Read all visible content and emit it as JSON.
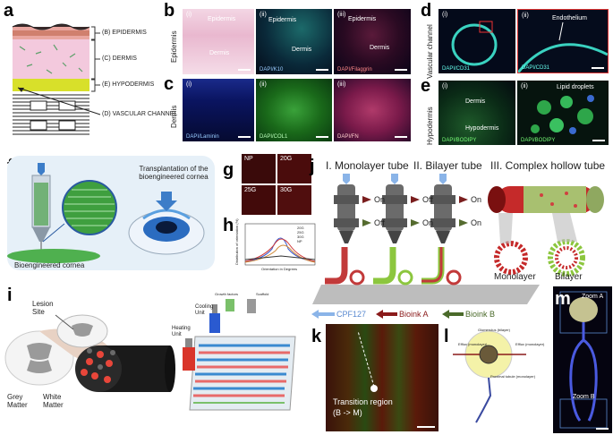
{
  "panel_labels": {
    "a": "a",
    "b": "b",
    "c": "c",
    "d": "d",
    "e": "e",
    "f": "f",
    "g": "g",
    "h": "h",
    "i": "i",
    "j": "j",
    "k": "k",
    "l": "l",
    "m": "m"
  },
  "a": {
    "epidermis": "(B) EPIDERMIS",
    "dermis": "(C) DERMIS",
    "hypodermis": "(E) HYPODERMIS",
    "vascular": "(D) VASCULAR CHANNEL"
  },
  "b": {
    "side": "Epidermis",
    "i": "(i)",
    "ii": "(ii)",
    "iii": "(iii)",
    "epidermis_ii": "Epidermis",
    "dermis_ii": "Dermis",
    "epidermis_iii": "Epidermis",
    "dermis_iii": "Dermis",
    "stain_ii": "DAPI/K10",
    "stain_iii": "DAPI/Filaggrin",
    "i_epi": "Epidermis",
    "i_derm": "Dermis"
  },
  "c": {
    "side": "Dermis",
    "i": "(i)",
    "ii": "(ii)",
    "iii": "(iii)",
    "stain_i": "DAPI/Laminin",
    "stain_ii": "DAPI/COL1",
    "stain_iii": "DAPI/FN"
  },
  "d": {
    "side": "Vascular channel",
    "i": "(i)",
    "ii": "(ii)",
    "endothelium": "Endothelium",
    "stain_i": "DAPI/CD31",
    "stain_ii": "DAPI/CD31"
  },
  "e": {
    "side": "Hypodermis",
    "i": "(i)",
    "ii": "(ii)",
    "lipid": "Lipid droplets",
    "dermis": "Dermis",
    "hypodermis": "Hypodermis",
    "stain_i": "DAPI/BODIPY",
    "stain_ii": "DAPI/BODIPY"
  },
  "f": {
    "transplant": "Transplantation of the bioengineered cornea",
    "cornea": "Bioengineered cornea"
  },
  "g": {
    "c1": "NP",
    "c2": "20G",
    "c3": "25G",
    "c4": "30G"
  },
  "h": {
    "ylabel": "Distribution of orientation (%)",
    "xlabel": "Orientation in Degrees",
    "legend": [
      "20G",
      "25G",
      "30G",
      "NP"
    ]
  },
  "i": {
    "lesion": "Lesion Site",
    "grey": "Grey Matter",
    "white": "White Matter",
    "growth": "Growth factors",
    "scaffold": "Scaffold",
    "cooling": "Cooling Unit",
    "heating": "Heating Unit"
  },
  "j": {
    "t1": "I. Monolayer tube",
    "t2": "II. Bilayer tube",
    "t3": "III. Complex hollow tube",
    "on": "On",
    "off": "Off",
    "mono": "Monolayer",
    "bi": "Bilayer",
    "cpf": "CPF127",
    "ba": "Bioink A",
    "bb": "Bioink B"
  },
  "k": {
    "region": "Transition region",
    "sub": "(B -> M)"
  },
  "l": {
    "glom": "Glomerulus (bilayer)",
    "efflux_l": "Efflux (monolayer)",
    "efflux_r": "Efflux (monolayer)",
    "tubule": "Proximal tubule (monolayer)"
  },
  "m": {
    "zoomA": "Zoom A",
    "zoomB": "Zoom B"
  }
}
